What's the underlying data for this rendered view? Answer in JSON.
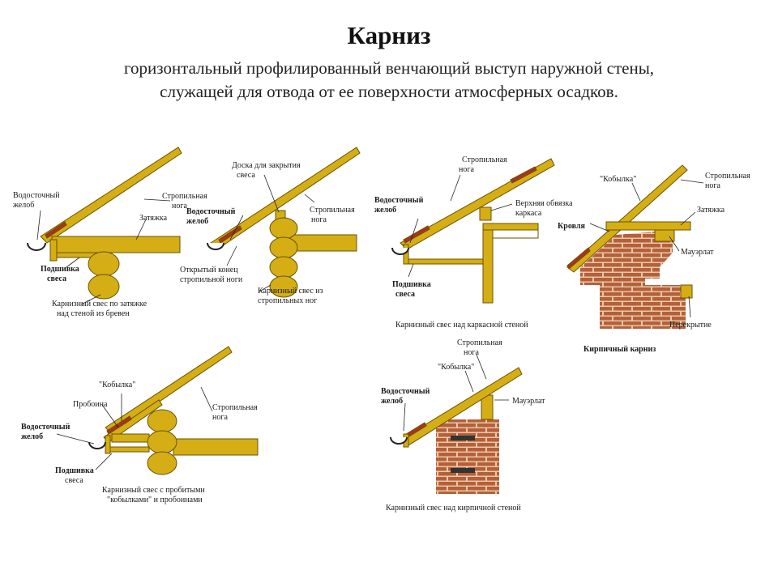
{
  "header": {
    "title": "Карниз",
    "subtitle_line1": "горизонтальный профилированный венчающий выступ наружной стены,",
    "subtitle_line2": "служащей для отвода от ее поверхности атмосферных осадков."
  },
  "colors": {
    "timber": "#D4AE14",
    "timber_dark": "#8A6E05",
    "brick": "#B5603A",
    "mortar": "#E8C8A8",
    "roof": "#A8341E"
  },
  "diagrams": {
    "d1": {
      "labels": {
        "gutter": [
          "Водосточный",
          "желоб"
        ],
        "rafter": [
          "Стропильная",
          "нога"
        ],
        "tie": "Затяжка",
        "soffit": [
          "Подшивка",
          "свеса"
        ],
        "caption": [
          "Карнизный свес по затяжке",
          "над стеной из бревен"
        ]
      }
    },
    "d2": {
      "labels": {
        "board": [
          "Доска для закрытия",
          "свеса"
        ],
        "gutter": [
          "Водосточный",
          "желоб"
        ],
        "rafter": [
          "Стропильная",
          "нога"
        ],
        "open_end": [
          "Открытый конец",
          "стропильной ноги"
        ],
        "caption": [
          "Карнизный свес из",
          "стропильных ног"
        ]
      }
    },
    "d3": {
      "labels": {
        "rafter": [
          "Стропильная",
          "нога"
        ],
        "gutter": [
          "Водосточный",
          "желоб"
        ],
        "top_plate": [
          "Верхняя обвязка",
          "каркаса"
        ],
        "soffit": [
          "Подшивка",
          "свеса"
        ],
        "caption": "Карнизный свес над каркасной стеной"
      }
    },
    "d4": {
      "labels": {
        "kobylka": "\"Кобылка\"",
        "rafter": [
          "Стропильная",
          "нога"
        ],
        "tie": "Затяжка",
        "roofing": "Кровля",
        "mauerlat": "Мауэрлат",
        "floor": "Перекрытие",
        "caption": "Кирпичный карниз"
      }
    },
    "d5": {
      "labels": {
        "kobylka": "\"Кобылка\"",
        "probojina": "Пробоина",
        "rafter": [
          "Стропильная",
          "нога"
        ],
        "gutter": [
          "Водосточный",
          "желоб"
        ],
        "soffit": [
          "Подшивка",
          "свеса"
        ],
        "caption": [
          "Карнизный свес с пробитыми",
          "\"кобылками\" и пробоинами"
        ]
      }
    },
    "d6": {
      "labels": {
        "rafter": [
          "Стропильная",
          "нога"
        ],
        "kobylka": "\"Кобылка\"",
        "gutter": [
          "Водосточный",
          "желоб"
        ],
        "mauerlat": "Мауэрлат",
        "caption": "Карнизный свес над кирпичной стеной"
      }
    }
  }
}
